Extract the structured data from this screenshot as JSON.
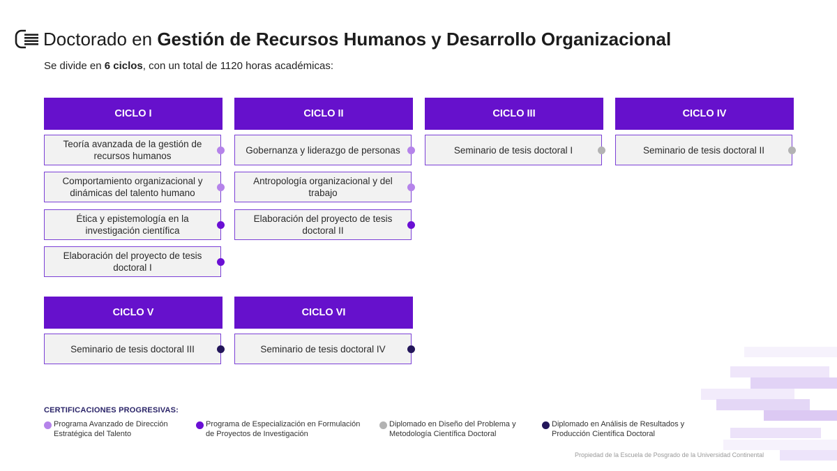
{
  "header": {
    "title_prefix": "Doctorado en ",
    "title_bold": "Gestión de Recursos Humanos y Desarrollo Organizacional",
    "subtitle_prefix": "Se divide en ",
    "subtitle_bold": "6 ciclos",
    "subtitle_suffix": ", con un total de 1120 horas académicas:"
  },
  "colors": {
    "header_purple": "#6611cc",
    "cert_1": "#b583ea",
    "cert_2": "#6a0fd4",
    "cert_3": "#b3b3b3",
    "cert_4": "#23165a"
  },
  "cycles": [
    {
      "label": "CICLO I",
      "courses": [
        {
          "lines": [
            "Teoría avanzada de la gestión de",
            "recursos humanos"
          ],
          "cert": 1
        },
        {
          "lines": [
            "Comportamiento organizacional y",
            "dinámicas del talento humano"
          ],
          "cert": 1
        },
        {
          "lines": [
            "Ética y epistemología en la",
            "investigación científica"
          ],
          "cert": 2
        },
        {
          "lines": [
            "Elaboración del proyecto de tesis",
            "doctoral I"
          ],
          "cert": 2
        }
      ]
    },
    {
      "label": "CICLO II",
      "courses": [
        {
          "lines": [
            "Gobernanza y liderazgo de personas"
          ],
          "cert": 1
        },
        {
          "lines": [
            "Antropología organizacional y del",
            "trabajo"
          ],
          "cert": 1
        },
        {
          "lines": [
            "Elaboración del proyecto de tesis",
            "doctoral II"
          ],
          "cert": 2
        }
      ]
    },
    {
      "label": "CICLO III",
      "courses": [
        {
          "lines": [
            "Seminario de tesis doctoral I"
          ],
          "cert": 3
        }
      ]
    },
    {
      "label": "CICLO IV",
      "courses": [
        {
          "lines": [
            "Seminario de tesis doctoral II"
          ],
          "cert": 3
        }
      ]
    },
    {
      "label": "CICLO V",
      "courses": [
        {
          "lines": [
            "Seminario de tesis doctoral III"
          ],
          "cert": 4
        }
      ]
    },
    {
      "label": "CICLO VI",
      "courses": [
        {
          "lines": [
            "Seminario de tesis doctoral IV"
          ],
          "cert": 4
        }
      ]
    }
  ],
  "certifications": {
    "title": "CERTIFICACIONES PROGRESIVAS:",
    "items": [
      {
        "lines": [
          "Programa Avanzado de Dirección",
          "Estratégica del Talento"
        ]
      },
      {
        "lines": [
          "Programa de Especialización en Formulación",
          "de Proyectos de Investigación"
        ]
      },
      {
        "lines": [
          "Diplomado en Diseño del Problema y",
          "Metodología Científica Doctoral"
        ]
      },
      {
        "lines": [
          "Diplomado en Análisis de Resultados y",
          "Producción Científica Doctoral"
        ]
      }
    ]
  },
  "footer": "Propiedad de la Escuela de Posgrado de la Universidad Continental"
}
